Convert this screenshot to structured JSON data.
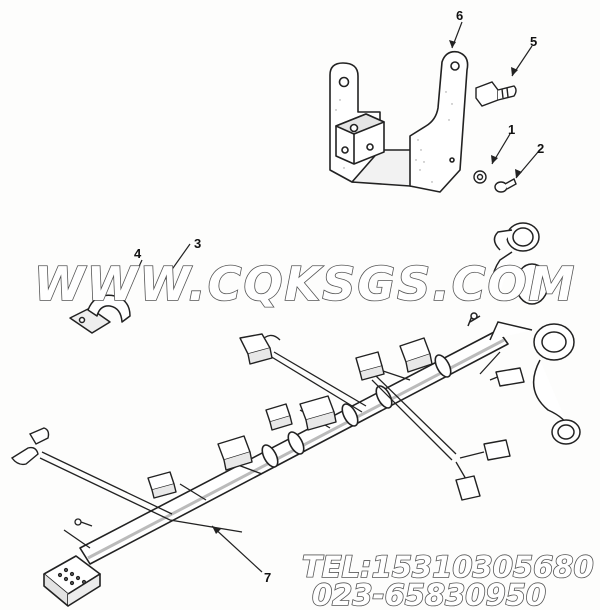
{
  "callouts": {
    "c1": "1",
    "c2": "2",
    "c3": "3",
    "c4": "4",
    "c5": "5",
    "c6": "6",
    "c7": "7"
  },
  "watermark": {
    "site": "WWW.CQKSGS.COM",
    "tel": "TEL:15310305680",
    "phone": "023-65830950"
  },
  "colors": {
    "line": "#222222",
    "shade": "#bdbdbd",
    "paper": "#fdfdfc"
  }
}
